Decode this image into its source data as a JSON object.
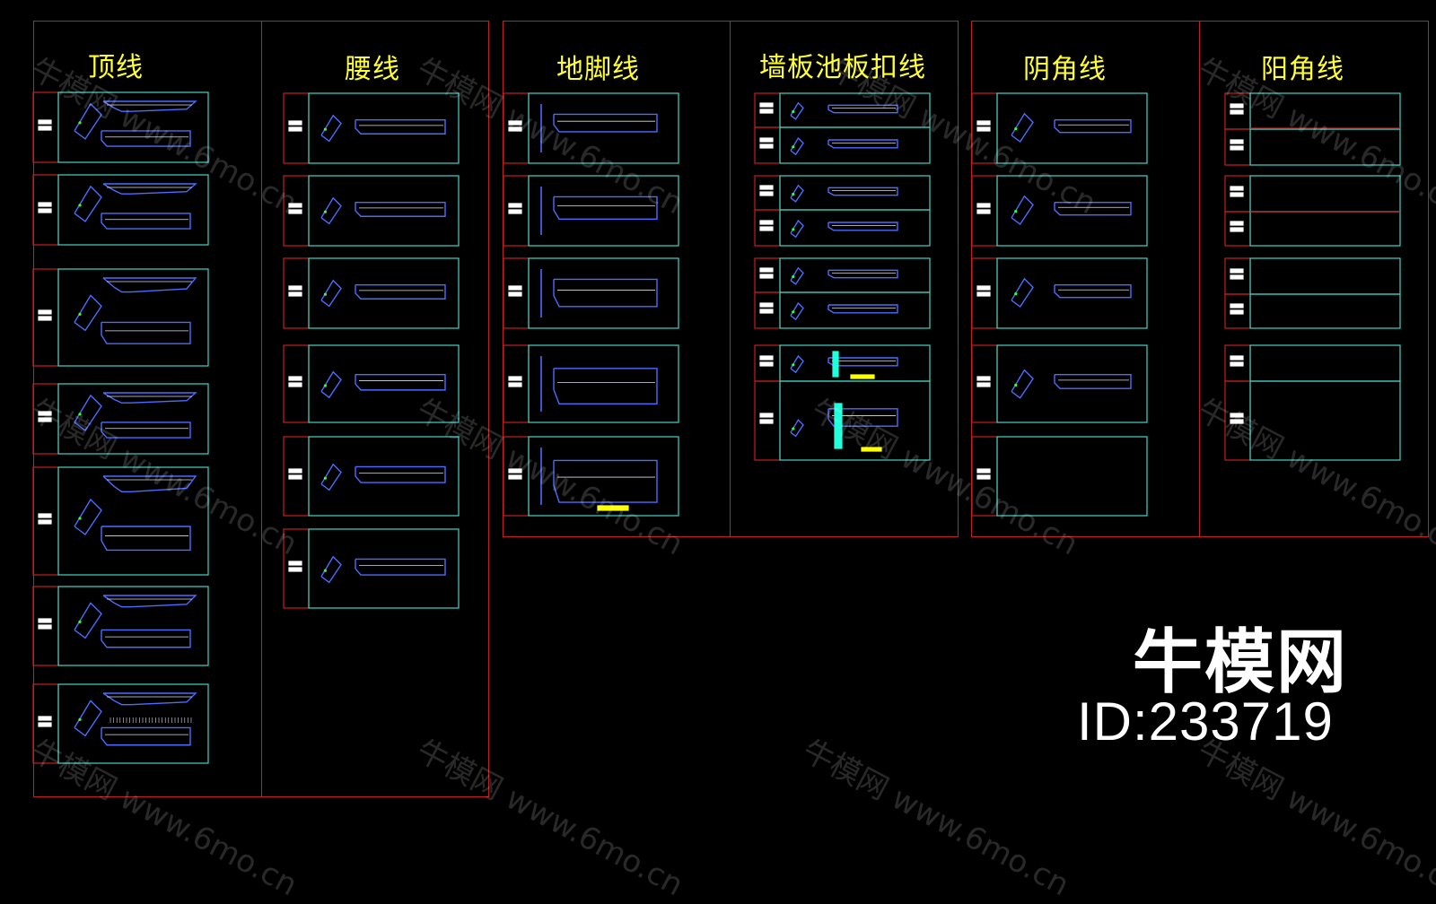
{
  "columns": [
    {
      "title": "顶线"
    },
    {
      "title": "腰线"
    },
    {
      "title": "地脚线"
    },
    {
      "title": "墙板池板扣线"
    },
    {
      "title": "阴角线"
    },
    {
      "title": "阳角线"
    }
  ],
  "brand": {
    "name": "牛模网",
    "id_text": "ID:233719"
  },
  "watermark": {
    "text": "牛模网 www.6mo.cn"
  },
  "colors": {
    "background": "#000000",
    "frame": "#c41e1e",
    "panel": "#3fd6c6",
    "profile": "#4a6cff",
    "heading": "#ffff33",
    "accent": "#ffff00",
    "white": "#ffffff"
  }
}
